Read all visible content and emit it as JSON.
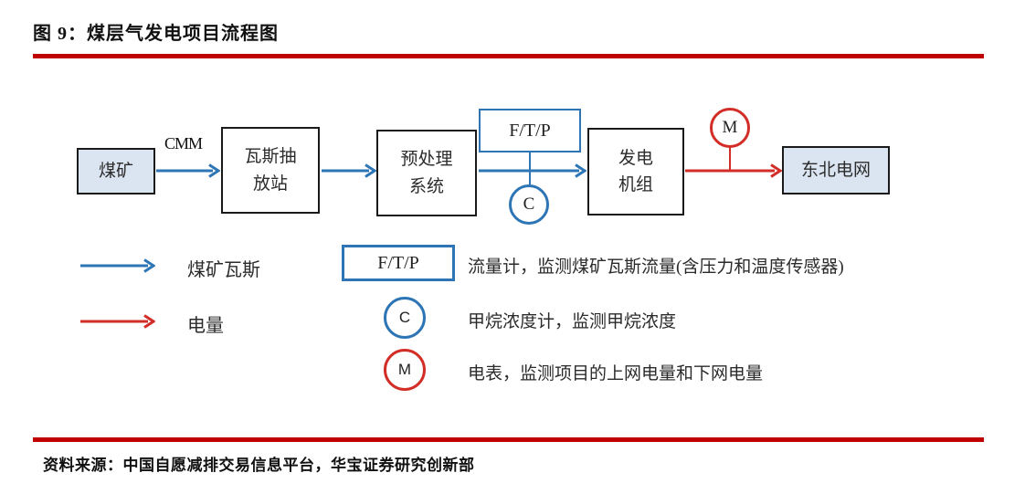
{
  "figure": {
    "title": "图 9：煤层气发电项目流程图",
    "source": "资料来源：中国自愿减排交易信息平台，华宝证券研究创新部"
  },
  "colors": {
    "rule_red": "#c00000",
    "flow_blue": "#2e75b6",
    "flow_red": "#d22d26",
    "node_fill_blue": "#dbe5f1",
    "border_black": "#1a1a1a"
  },
  "flow": {
    "cmm_label": "CMM",
    "nodes": {
      "coal_mine": "煤矿",
      "extraction_station": "瓦斯抽\n放站",
      "pretreatment": "预处理\n系统",
      "ftp_meter": "F/T/P",
      "c_meter": "C",
      "generator": "发电\n机组",
      "m_meter": "M",
      "grid": "东北电网"
    }
  },
  "legend": {
    "flows": [
      {
        "symbol": "blue-arrow",
        "label": "煤矿瓦斯"
      },
      {
        "symbol": "red-arrow",
        "label": "电量"
      }
    ],
    "meters": [
      {
        "symbol": "F/T/P",
        "desc": "流量计，监测煤矿瓦斯流量(含压力和温度传感器)"
      },
      {
        "symbol": "C",
        "desc": "甲烷浓度计，监测甲烷浓度"
      },
      {
        "symbol": "M",
        "desc": "电表，监测项目的上网电量和下网电量"
      }
    ]
  }
}
